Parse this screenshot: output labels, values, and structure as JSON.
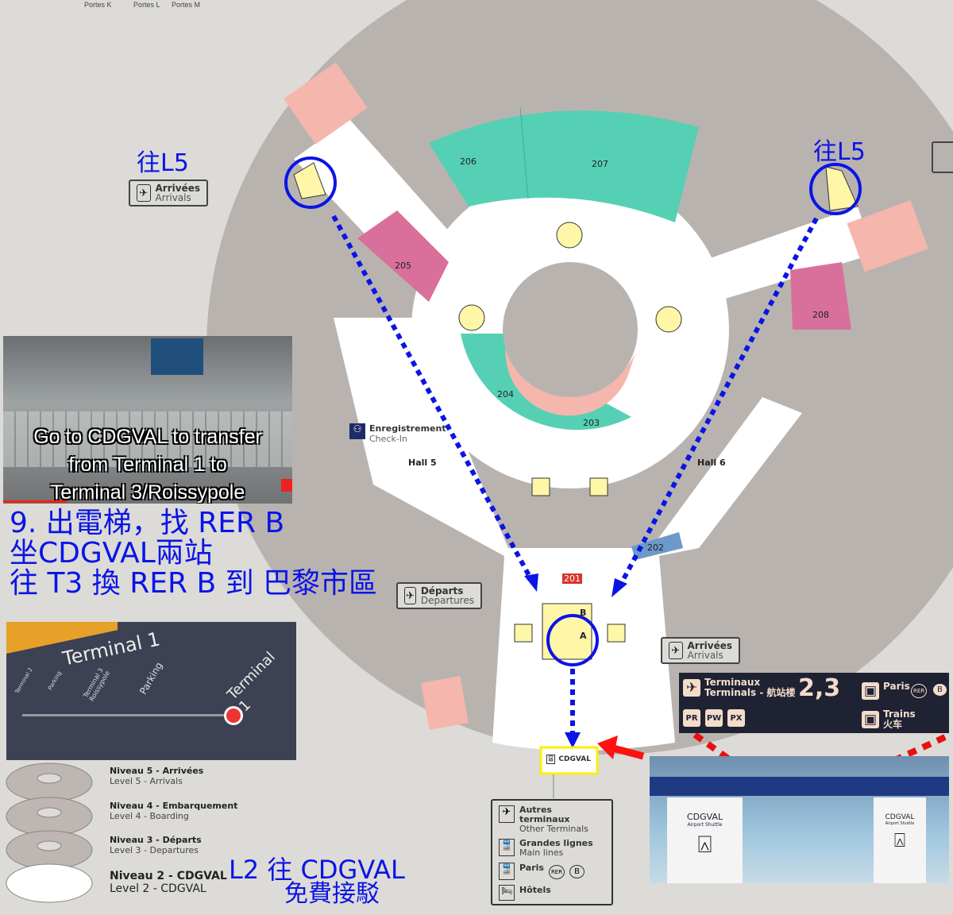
{
  "top_gates": [
    "Portes K",
    "Portes L",
    "Portes M"
  ],
  "map": {
    "zones": [
      "206",
      "207",
      "205",
      "208",
      "204",
      "203",
      "202",
      "201"
    ],
    "halls": [
      "Hall 5",
      "Hall 6"
    ],
    "checkin": {
      "fr": "Enregistrement",
      "en": "Check-In"
    },
    "arrivals_left": {
      "fr": "Arrivées",
      "en": "Arrivals"
    },
    "arrivals_right": {
      "fr": "Arrivées",
      "en": "Arrivals"
    },
    "departures": {
      "fr": "Départs",
      "en": "Departures"
    },
    "elevator_labels": [
      "A",
      "B"
    ],
    "cdgval_label": "CDGVAL",
    "directions": [
      {
        "fr": "Autres terminaux",
        "en": "Other Terminals",
        "icon": "plane-icon"
      },
      {
        "fr": "Grandes lignes",
        "en": "Main lines",
        "icon": "train-icon"
      },
      {
        "fr": "Paris",
        "en": "",
        "icon": "train-icon",
        "badges": [
          "RER",
          "B"
        ]
      },
      {
        "fr": "Hôtels",
        "en": "",
        "icon": "bed-icon"
      }
    ]
  },
  "annotations": {
    "to_l5_left": "往L5",
    "to_l5_right": "往L5",
    "step_line1": "9. 出電梯，找 RER B",
    "step_line2": "坐CDGVAL兩站",
    "step_line3": "往 T3  換 RER B 到 巴黎市區",
    "l2_line1": "L2  往 CDGVAL",
    "l2_line2": "免費接駁"
  },
  "photo1": {
    "caption": [
      "Go to CDGVAL to transfer",
      "from Terminal 1 to",
      "Terminal 3/Roissypole"
    ]
  },
  "photo2": {
    "title": "Terminal 1",
    "stops": [
      "Terminal 2",
      "Parking",
      "Terminal 3 Roissypole",
      "Parking",
      "Terminal 1"
    ]
  },
  "sign3": {
    "terminals_fr": "Terminaux",
    "terminals_en": "Terminals - 航站楼",
    "terminals_num": "2,3",
    "parking": [
      "PR",
      "PW",
      "PX"
    ],
    "paris": "Paris",
    "paris_badges": [
      "RER",
      "B"
    ],
    "trains_en": "Trains",
    "trains_cn": "火车"
  },
  "photo4": {
    "left_panel": {
      "title": "CDGVAL",
      "sub": "Airport Shuttle"
    },
    "right_panel": {
      "title": "CDGVAL",
      "sub": "Airport Shuttle"
    }
  },
  "levels": [
    {
      "fr": "Niveau 5 - Arrivées",
      "en": "Level 5 - Arrivals"
    },
    {
      "fr": "Niveau 4 - Embarquement",
      "en": "Level 4 - Boarding"
    },
    {
      "fr": "Niveau 3 - Départs",
      "en": "Level 3 - Departures"
    },
    {
      "fr": "Niveau 2 - CDGVAL",
      "en": "Level 2 - CDGVAL"
    }
  ],
  "colors": {
    "background": "#dcdbd7",
    "building": "#b9b3b0",
    "teal": "#55d0b4",
    "pink": "#d9709b",
    "salmon": "#f4b6ad",
    "annotation": "#0a14e6",
    "highlight": "#ffff00",
    "arrow": "#ff1111"
  }
}
